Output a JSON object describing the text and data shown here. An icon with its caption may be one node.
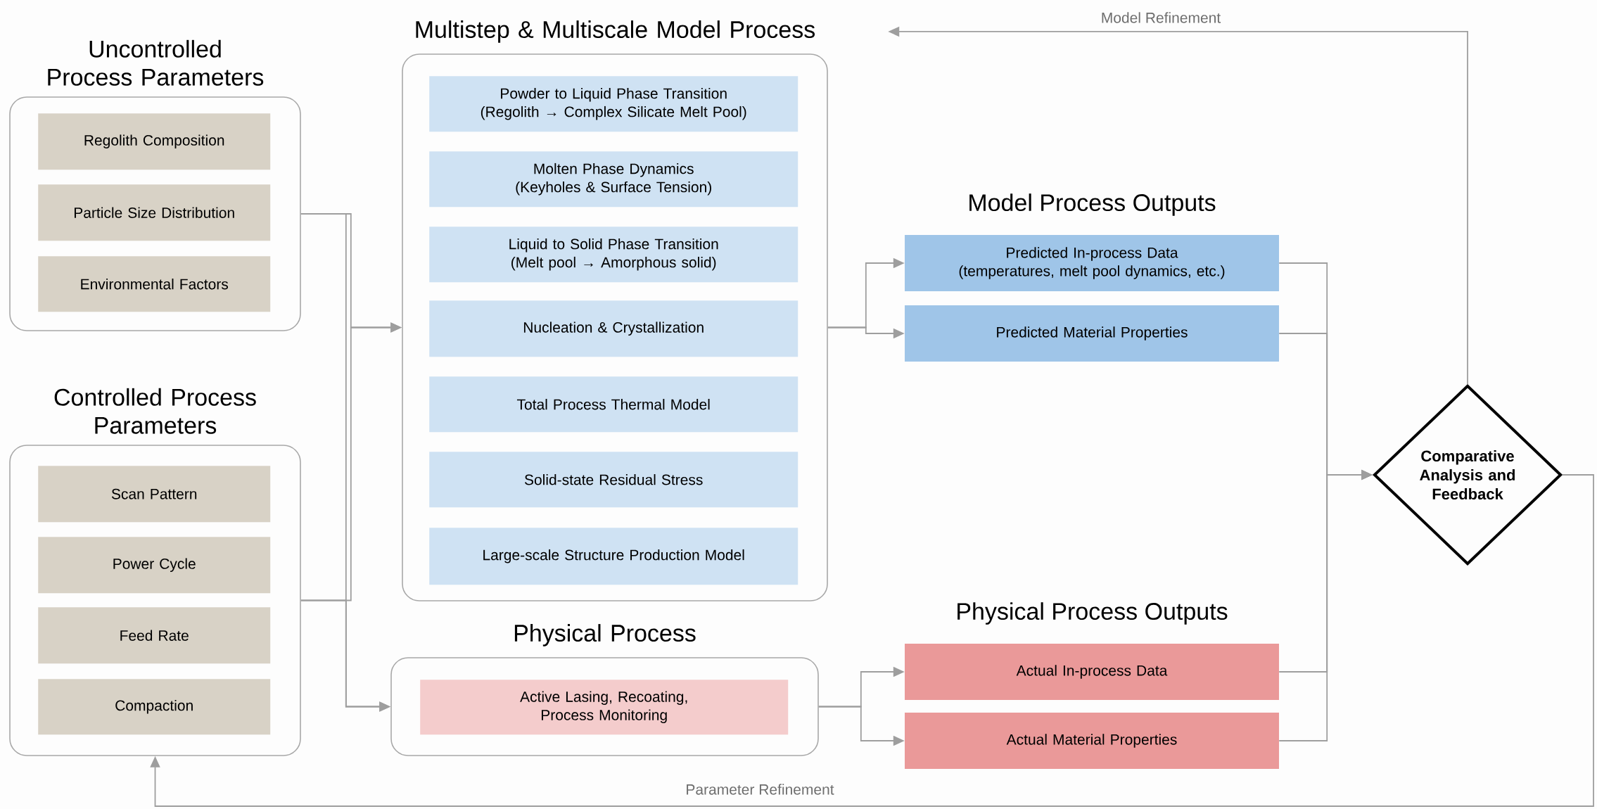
{
  "diagram": {
    "nodes": [
      {
        "text": [
          "Uncontrolled Process Parameters"
        ]
      },
      {
        "text": [
          "Regolith Composition"
        ],
        "in": 0
      },
      {
        "text": [
          "Particle Size Distribution"
        ],
        "in": 0
      },
      {
        "text": [
          "Environmental Factors"
        ],
        "in": 0
      },
      {
        "text": [
          "Controlled Process Parameters"
        ]
      },
      {
        "text": [
          "Scan Pattern"
        ],
        "in": 4
      },
      {
        "text": [
          "Power Cycle"
        ],
        "in": 4
      },
      {
        "text": [
          "Feed Rate"
        ],
        "in": 4
      },
      {
        "text": [
          "Compaction"
        ],
        "in": 4
      },
      {
        "text": [
          "Multistep & Multiscale Model Process"
        ]
      },
      {
        "text": [
          "Powder to Liquid Phase Transition (Regolith → Complex Silicate Melt Pool)"
        ],
        "in": 9
      },
      {
        "text": [
          "Molten Phase Dynamics (Keyholes & Surface Tension)"
        ],
        "in": 9
      },
      {
        "text": [
          "Liquid to Solid Phase Transition (Melt pool → Amorphous solid)"
        ],
        "in": 9
      },
      {
        "text": [
          "Nucleation & Crystallization"
        ],
        "in": 9
      },
      {
        "text": [
          "Total Process Thermal Model"
        ],
        "in": 9
      },
      {
        "text": [
          "Solid-state Residual Stress"
        ],
        "in": 9
      },
      {
        "text": [
          "Large-scale Structure Production Model"
        ],
        "in": 9
      },
      {
        "text": [
          "Physical Process"
        ]
      },
      {
        "text": [
          "Active Lasing, Recoating, Process Monitoring"
        ],
        "in": 17
      },
      {
        "text": [
          "Predicted In-process Data (temperatures, melt pool dynamics, etc.)"
        ]
      },
      {
        "text": [
          "Predicted Material Properties"
        ]
      },
      {
        "text": [
          "Actual In-process Data"
        ]
      },
      {
        "text": [
          "Actual Material Properties"
        ]
      },
      {
        "text": [
          "Comparative Analysis and Feedback"
        ]
      }
    ],
    "edges": [
      {
        "from": 0,
        "to": 9,
        "arrow": "to"
      },
      {
        "from": 4,
        "to": 9,
        "arrow": "to"
      },
      {
        "from": 0,
        "to": 17,
        "arrow": "to"
      },
      {
        "from": 4,
        "to": 17,
        "arrow": "to"
      },
      {
        "from": 9,
        "to": 19,
        "arrow": "to"
      },
      {
        "from": 9,
        "to": 20,
        "arrow": "to"
      },
      {
        "from": 17,
        "to": 21,
        "arrow": "to"
      },
      {
        "from": 17,
        "to": 22,
        "arrow": "to"
      },
      {
        "from": 19,
        "to": 23,
        "arrow": "to"
      },
      {
        "from": 20,
        "to": 23,
        "arrow": "to"
      },
      {
        "from": 21,
        "to": 23,
        "arrow": "to"
      },
      {
        "from": 22,
        "to": 23,
        "arrow": "to"
      },
      {
        "from": 23,
        "to": 4,
        "arrow": "to",
        "label": "Parameter Refinement"
      },
      {
        "from": 23,
        "to": 9,
        "arrow": "to",
        "label": "Model Refinement"
      }
    ],
    "labels": [
      "Model Process Outputs",
      "Physical Process Outputs"
    ]
  }
}
